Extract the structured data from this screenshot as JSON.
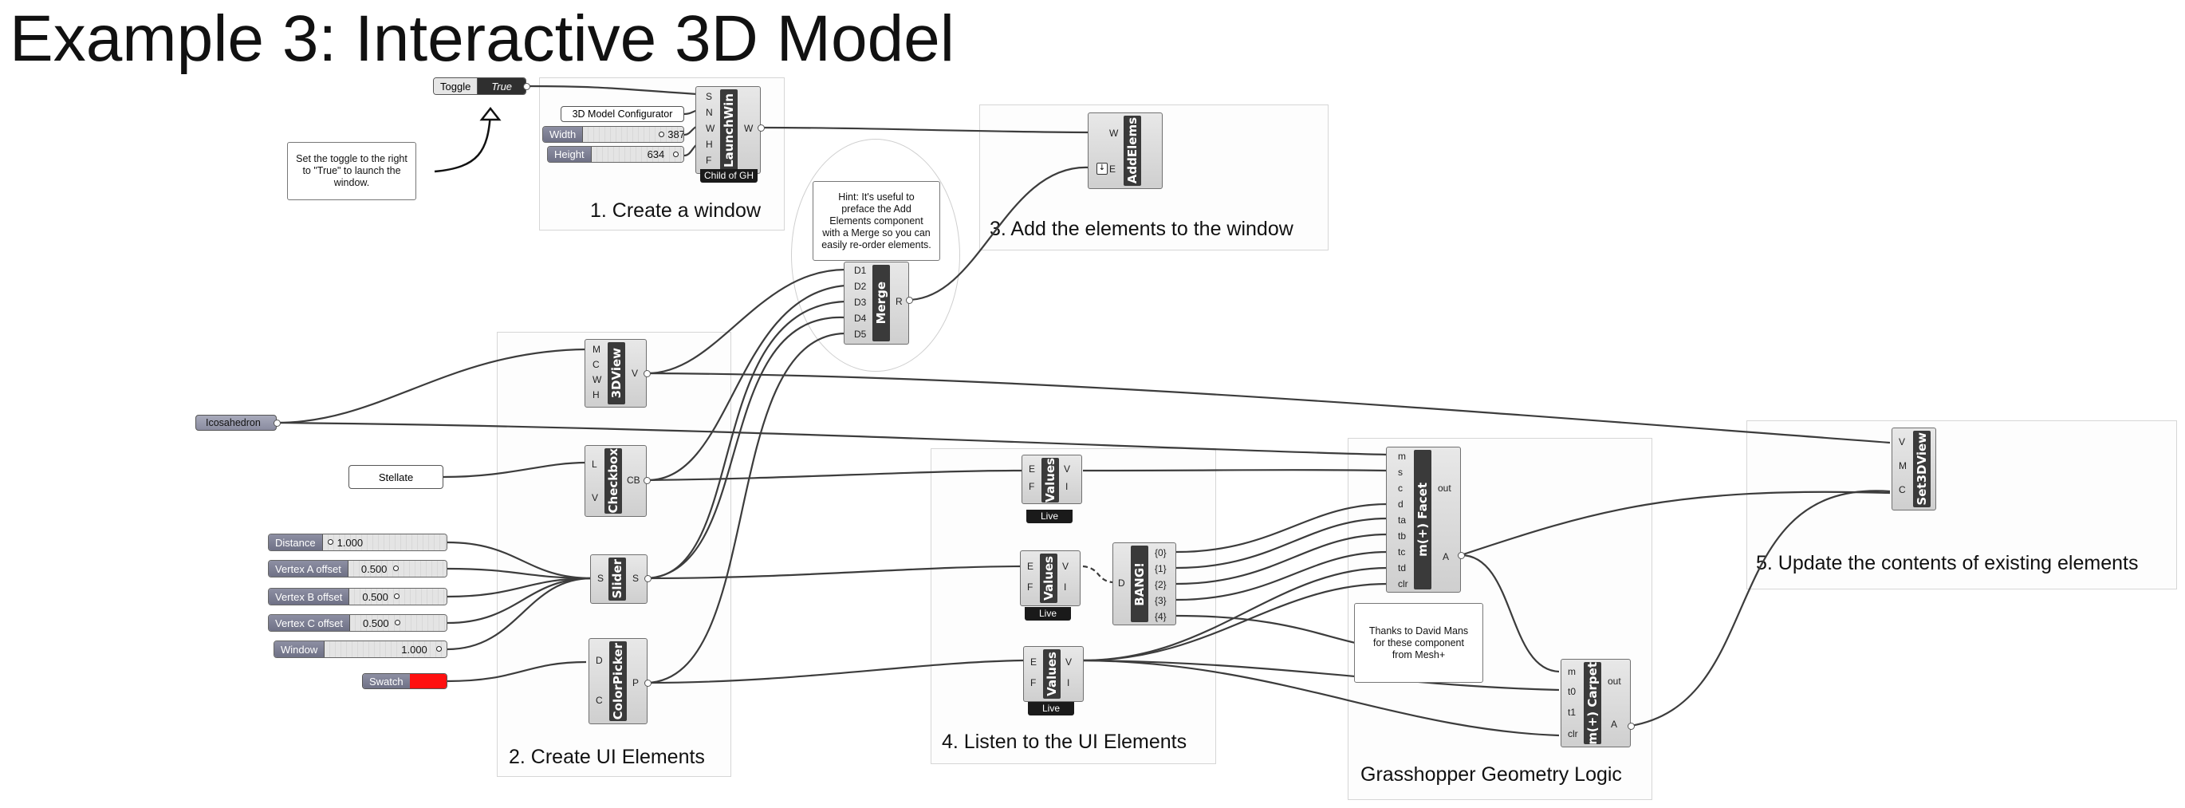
{
  "title": "Example 3: Interactive 3D Model",
  "groups": {
    "create_window": "1. Create a window",
    "create_ui": "2. Create UI Elements",
    "add_elements": "3. Add the elements to the window",
    "listen": "4. Listen to the UI Elements",
    "update": "5. Update the contents of existing elements",
    "geometry": "Grasshopper Geometry Logic"
  },
  "notes": {
    "toggle_hint": "Set the toggle to the right to \"True\" to launch the window.",
    "merge_hint": "Hint: It's useful to preface the Add Elements component with a Merge so you can easily re-order elements.",
    "credit": "Thanks to David Mans for these component from Mesh+"
  },
  "params": {
    "toggle_name": "Toggle",
    "toggle_value": "True",
    "window_title": "3D Model Configurator",
    "width_name": "Width",
    "width_value": "387",
    "height_name": "Height",
    "height_value": "634",
    "icosahedron": "Icosahedron",
    "stellate": "Stellate",
    "swatch_name": "Swatch",
    "swatch_color": "#ff1010"
  },
  "sliders": [
    {
      "name": "Distance",
      "value": "1.000"
    },
    {
      "name": "Vertex A offset",
      "value": "0.500"
    },
    {
      "name": "Vertex B offset",
      "value": "0.500"
    },
    {
      "name": "Vertex C offset",
      "value": "0.500"
    },
    {
      "name": "Window",
      "value": "1.000"
    }
  ],
  "components": {
    "launchwin": {
      "label": "LaunchWin",
      "inputs": [
        "S",
        "N",
        "W",
        "H",
        "F"
      ],
      "outputs": [
        "W"
      ],
      "sub": "Child of GH"
    },
    "addelems": {
      "label": "AddElems",
      "inputs": [
        "W",
        "E"
      ],
      "outputs": [
        ""
      ]
    },
    "merge": {
      "label": "Merge",
      "inputs": [
        "D1",
        "D2",
        "D3",
        "D4",
        "D5"
      ],
      "outputs": [
        "R"
      ]
    },
    "view3d": {
      "label": "3DView",
      "inputs": [
        "M",
        "C",
        "W",
        "H"
      ],
      "outputs": [
        "V"
      ]
    },
    "checkbox": {
      "label": "Checkbox",
      "inputs": [
        "L",
        "V"
      ],
      "outputs": [
        "CB"
      ]
    },
    "slider": {
      "label": "Slider",
      "inputs": [
        "S"
      ],
      "outputs": [
        "S"
      ]
    },
    "colorpicker": {
      "label": "ColorPicker",
      "inputs": [
        "D",
        "C"
      ],
      "outputs": [
        "P"
      ]
    },
    "values1": {
      "label": "Values",
      "inputs": [
        "E",
        "F"
      ],
      "outputs": [
        "V",
        "I"
      ],
      "sub": "Live"
    },
    "values2": {
      "label": "Values",
      "inputs": [
        "E",
        "F"
      ],
      "outputs": [
        "V",
        "I"
      ],
      "sub": "Live"
    },
    "values3": {
      "label": "Values",
      "inputs": [
        "E",
        "F"
      ],
      "outputs": [
        "V",
        "I"
      ],
      "sub": "Live"
    },
    "bang": {
      "label": "BANG!",
      "inputs": [
        "D"
      ],
      "outputs": [
        "{0}",
        "{1}",
        "{2}",
        "{3}",
        "{4}"
      ]
    },
    "facet": {
      "label": "m(+) Facet",
      "inputs": [
        "m",
        "s",
        "c",
        "d",
        "ta",
        "tb",
        "tc",
        "td",
        "clr"
      ],
      "outputs": [
        "out",
        "A"
      ]
    },
    "carpet": {
      "label": "m(+) Carpet",
      "inputs": [
        "m",
        "t0",
        "t1",
        "clr"
      ],
      "outputs": [
        "out",
        "A"
      ]
    },
    "set3dview": {
      "label": "Set3DView",
      "inputs": [
        "V",
        "M",
        "C"
      ],
      "outputs": []
    }
  }
}
